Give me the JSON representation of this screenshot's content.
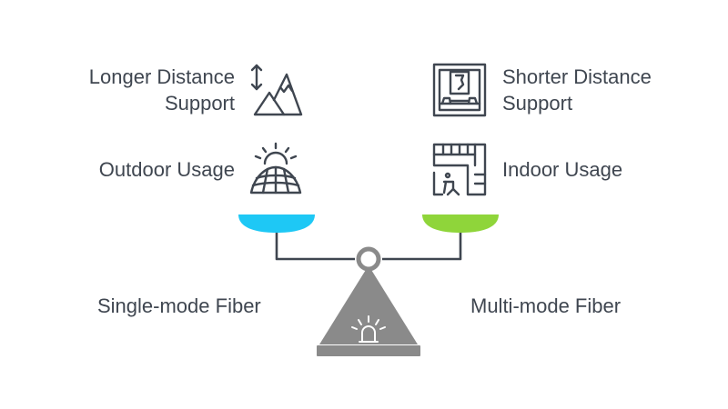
{
  "left": {
    "feature1_line1": "Longer Distance",
    "feature1_line2": "Support",
    "feature2": "Outdoor Usage",
    "label": "Single-mode Fiber",
    "pan_color": "#1ec8f5"
  },
  "right": {
    "feature1_line1": "Shorter Distance",
    "feature1_line2": "Support",
    "feature2": "Indoor Usage",
    "label": "Multi-mode Fiber",
    "pan_color": "#8fd53a"
  },
  "icons": {
    "left_feature1": "mountains-distance-icon",
    "left_feature2": "sunrise-field-icon",
    "right_feature1": "indoor-room-icon",
    "right_feature2": "floor-plan-icon",
    "scale_center": "lightbulb-icon"
  },
  "colors": {
    "text": "#3f4650",
    "stroke": "#3f4650",
    "scale_base": "#8a8a8a"
  }
}
